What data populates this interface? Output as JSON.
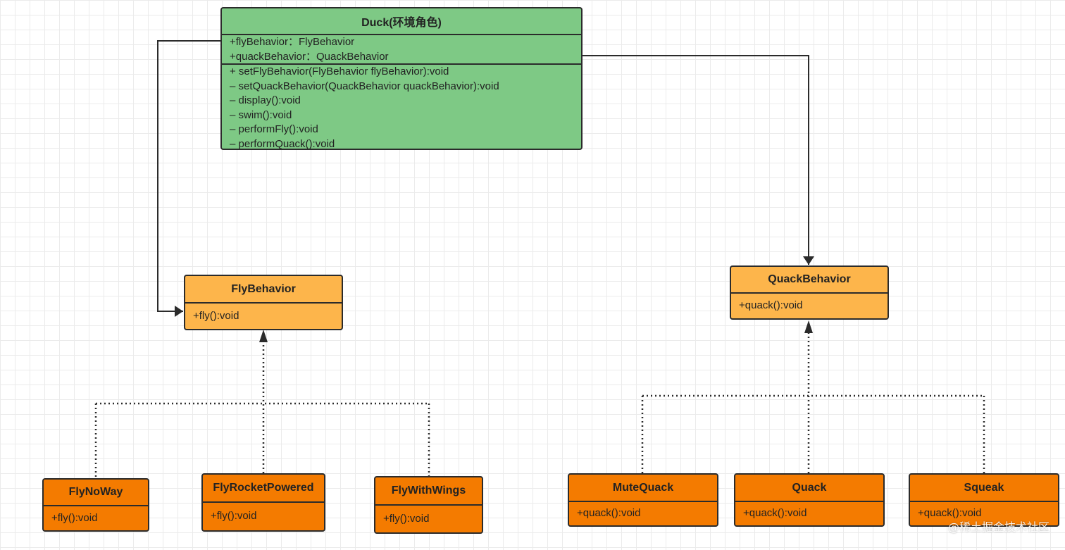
{
  "duck": {
    "title": "Duck(环境角色)",
    "attributes": [
      "+flyBehavior：FlyBehavior",
      "+quackBehavior：QuackBehavior"
    ],
    "methods": [
      "+ setFlyBehavior(FlyBehavior flyBehavior):void",
      "– setQuackBehavior(QuackBehavior quackBehavior):void",
      "– display():void",
      "– swim():void",
      "– performFly():void",
      "– performQuack():void"
    ]
  },
  "fly_behavior": {
    "title": "FlyBehavior",
    "method": "+fly():void"
  },
  "quack_behavior": {
    "title": "QuackBehavior",
    "method": "+quack():void"
  },
  "fly_impls": [
    {
      "title": "FlyNoWay",
      "method": "+fly():void"
    },
    {
      "title": "FlyRocketPowered",
      "method": "+fly():void"
    },
    {
      "title": "FlyWithWings",
      "method": "+fly():void"
    }
  ],
  "quack_impls": [
    {
      "title": "MuteQuack",
      "method": "+quack():void"
    },
    {
      "title": "Quack",
      "method": "+quack():void"
    },
    {
      "title": "Squeak",
      "method": "+quack():void"
    }
  ],
  "watermark": "@稀土掘金技术社区",
  "colors": {
    "context_class": "#7ec985",
    "interface": "#fdb54b",
    "implementation": "#f47b00",
    "border": "#2b2b2b"
  }
}
